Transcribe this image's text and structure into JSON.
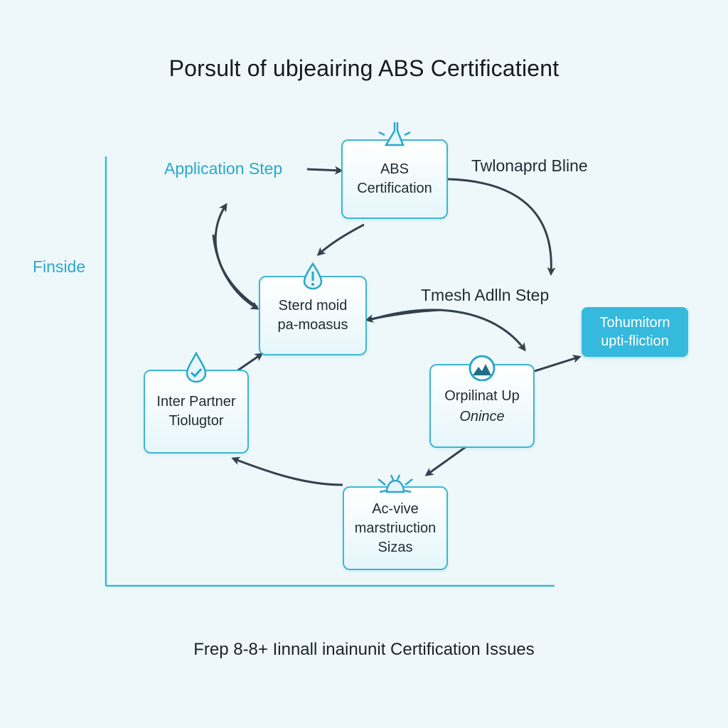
{
  "title": "Porsult of ubjeairing ABS Certificatient",
  "footer": "Frep 8-8+ Iinnall inainunit Certification Issues",
  "axis_label": "Finside",
  "side_labels": {
    "application_step": "Application Step",
    "top_right": "Twlonaprd Bline",
    "middle_right": "Tmesh Adlln Step"
  },
  "nodes": {
    "abs_certification": {
      "label": "ABS\nCertification",
      "icon": "flask-icon"
    },
    "sterd_moid": {
      "label": "Sterd moid\npa-moasus",
      "icon": "warning-icon"
    },
    "inter_partner": {
      "label": "Inter Partner\nTiolugtor",
      "icon": "checkmark-drop-icon"
    },
    "orpilinat": {
      "label": "Orpilinat Up",
      "sub": "Onince",
      "icon": "mountain-icon"
    },
    "acvive": {
      "label": "Ac-vive\nmarstriuction\nSizas",
      "icon": "bug-icon"
    },
    "highlight": {
      "label": "Tohumitorn\nupti-fliction"
    }
  },
  "colors": {
    "accent": "#35b9dc",
    "node_border": "#3cb6d2",
    "arrow": "#33414f",
    "axis": "#3cb6d2",
    "background": "#eef8fb"
  }
}
